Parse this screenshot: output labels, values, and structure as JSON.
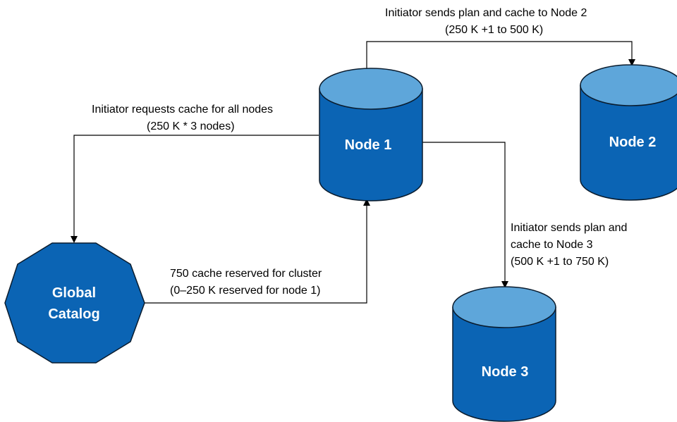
{
  "colors": {
    "node_body": "#0b64b4",
    "node_top": "#5ea6da",
    "node_stroke": "#0a1c2e",
    "catalog_fill": "#0b64b4",
    "line": "#000000"
  },
  "nodes": {
    "node1": {
      "label": "Node 1"
    },
    "node2": {
      "label": "Node 2"
    },
    "node3": {
      "label": "Node 3"
    }
  },
  "catalog": {
    "line1": "Global",
    "line2": "Catalog"
  },
  "edges": {
    "to_node2": {
      "line1": "Initiator sends plan and cache to Node 2",
      "line2": "(250 K +1 to 500 K)"
    },
    "request": {
      "line1": "Initiator requests cache for all nodes",
      "line2": "(250 K * 3 nodes)"
    },
    "to_node3": {
      "line1": "Initiator sends plan and",
      "line2": "cache to Node 3",
      "line3": "(500 K +1 to 750 K)"
    },
    "reserved": {
      "line1": "750 cache reserved for cluster",
      "line2": "(0–250 K reserved for node 1)"
    }
  },
  "icons": {
    "arrowhead": "arrowhead-icon"
  }
}
